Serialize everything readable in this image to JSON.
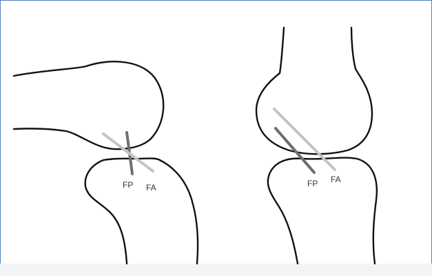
{
  "figure": {
    "left_knee": {
      "fp_label": "FP",
      "fa_label": "FA"
    },
    "right_knee": {
      "fp_label": "FP",
      "fa_label": "FA"
    }
  },
  "colors": {
    "frame_border": "#4f81bd",
    "bone_outline": "#111111",
    "fp_line": "#6e6e6e",
    "fa_line": "#c4c4c4"
  }
}
